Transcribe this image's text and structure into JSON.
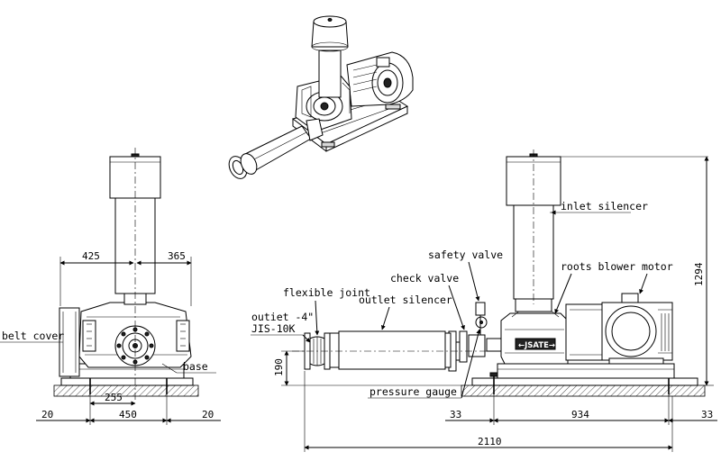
{
  "labels": {
    "belt_cover": "belt cover",
    "base": "base",
    "flexible_joint": "flexible joint",
    "outlet_silencer": "outlet silencer",
    "outlet_line1": "outiet -4\"",
    "outlet_line2": "JIS-10K",
    "check_valve": "check valve",
    "safety_valve": "safety valve",
    "inlet_silencer": "inlet silencer",
    "roots_blower_motor": "roots blower motor",
    "pressure_gauge": "pressure gauge",
    "nameplate": "←JSATE→H"
  },
  "dimensions": {
    "front_left_width": "425",
    "front_right_width": "365",
    "front_bolt_offset": "255",
    "front_base_width": "450",
    "front_edge_left": "20",
    "front_edge_right": "20",
    "side_outlet_height": "190",
    "side_edge_left": "33",
    "side_base_length": "934",
    "side_edge_right": "33",
    "overall_height": "1294",
    "overall_length": "2110"
  }
}
